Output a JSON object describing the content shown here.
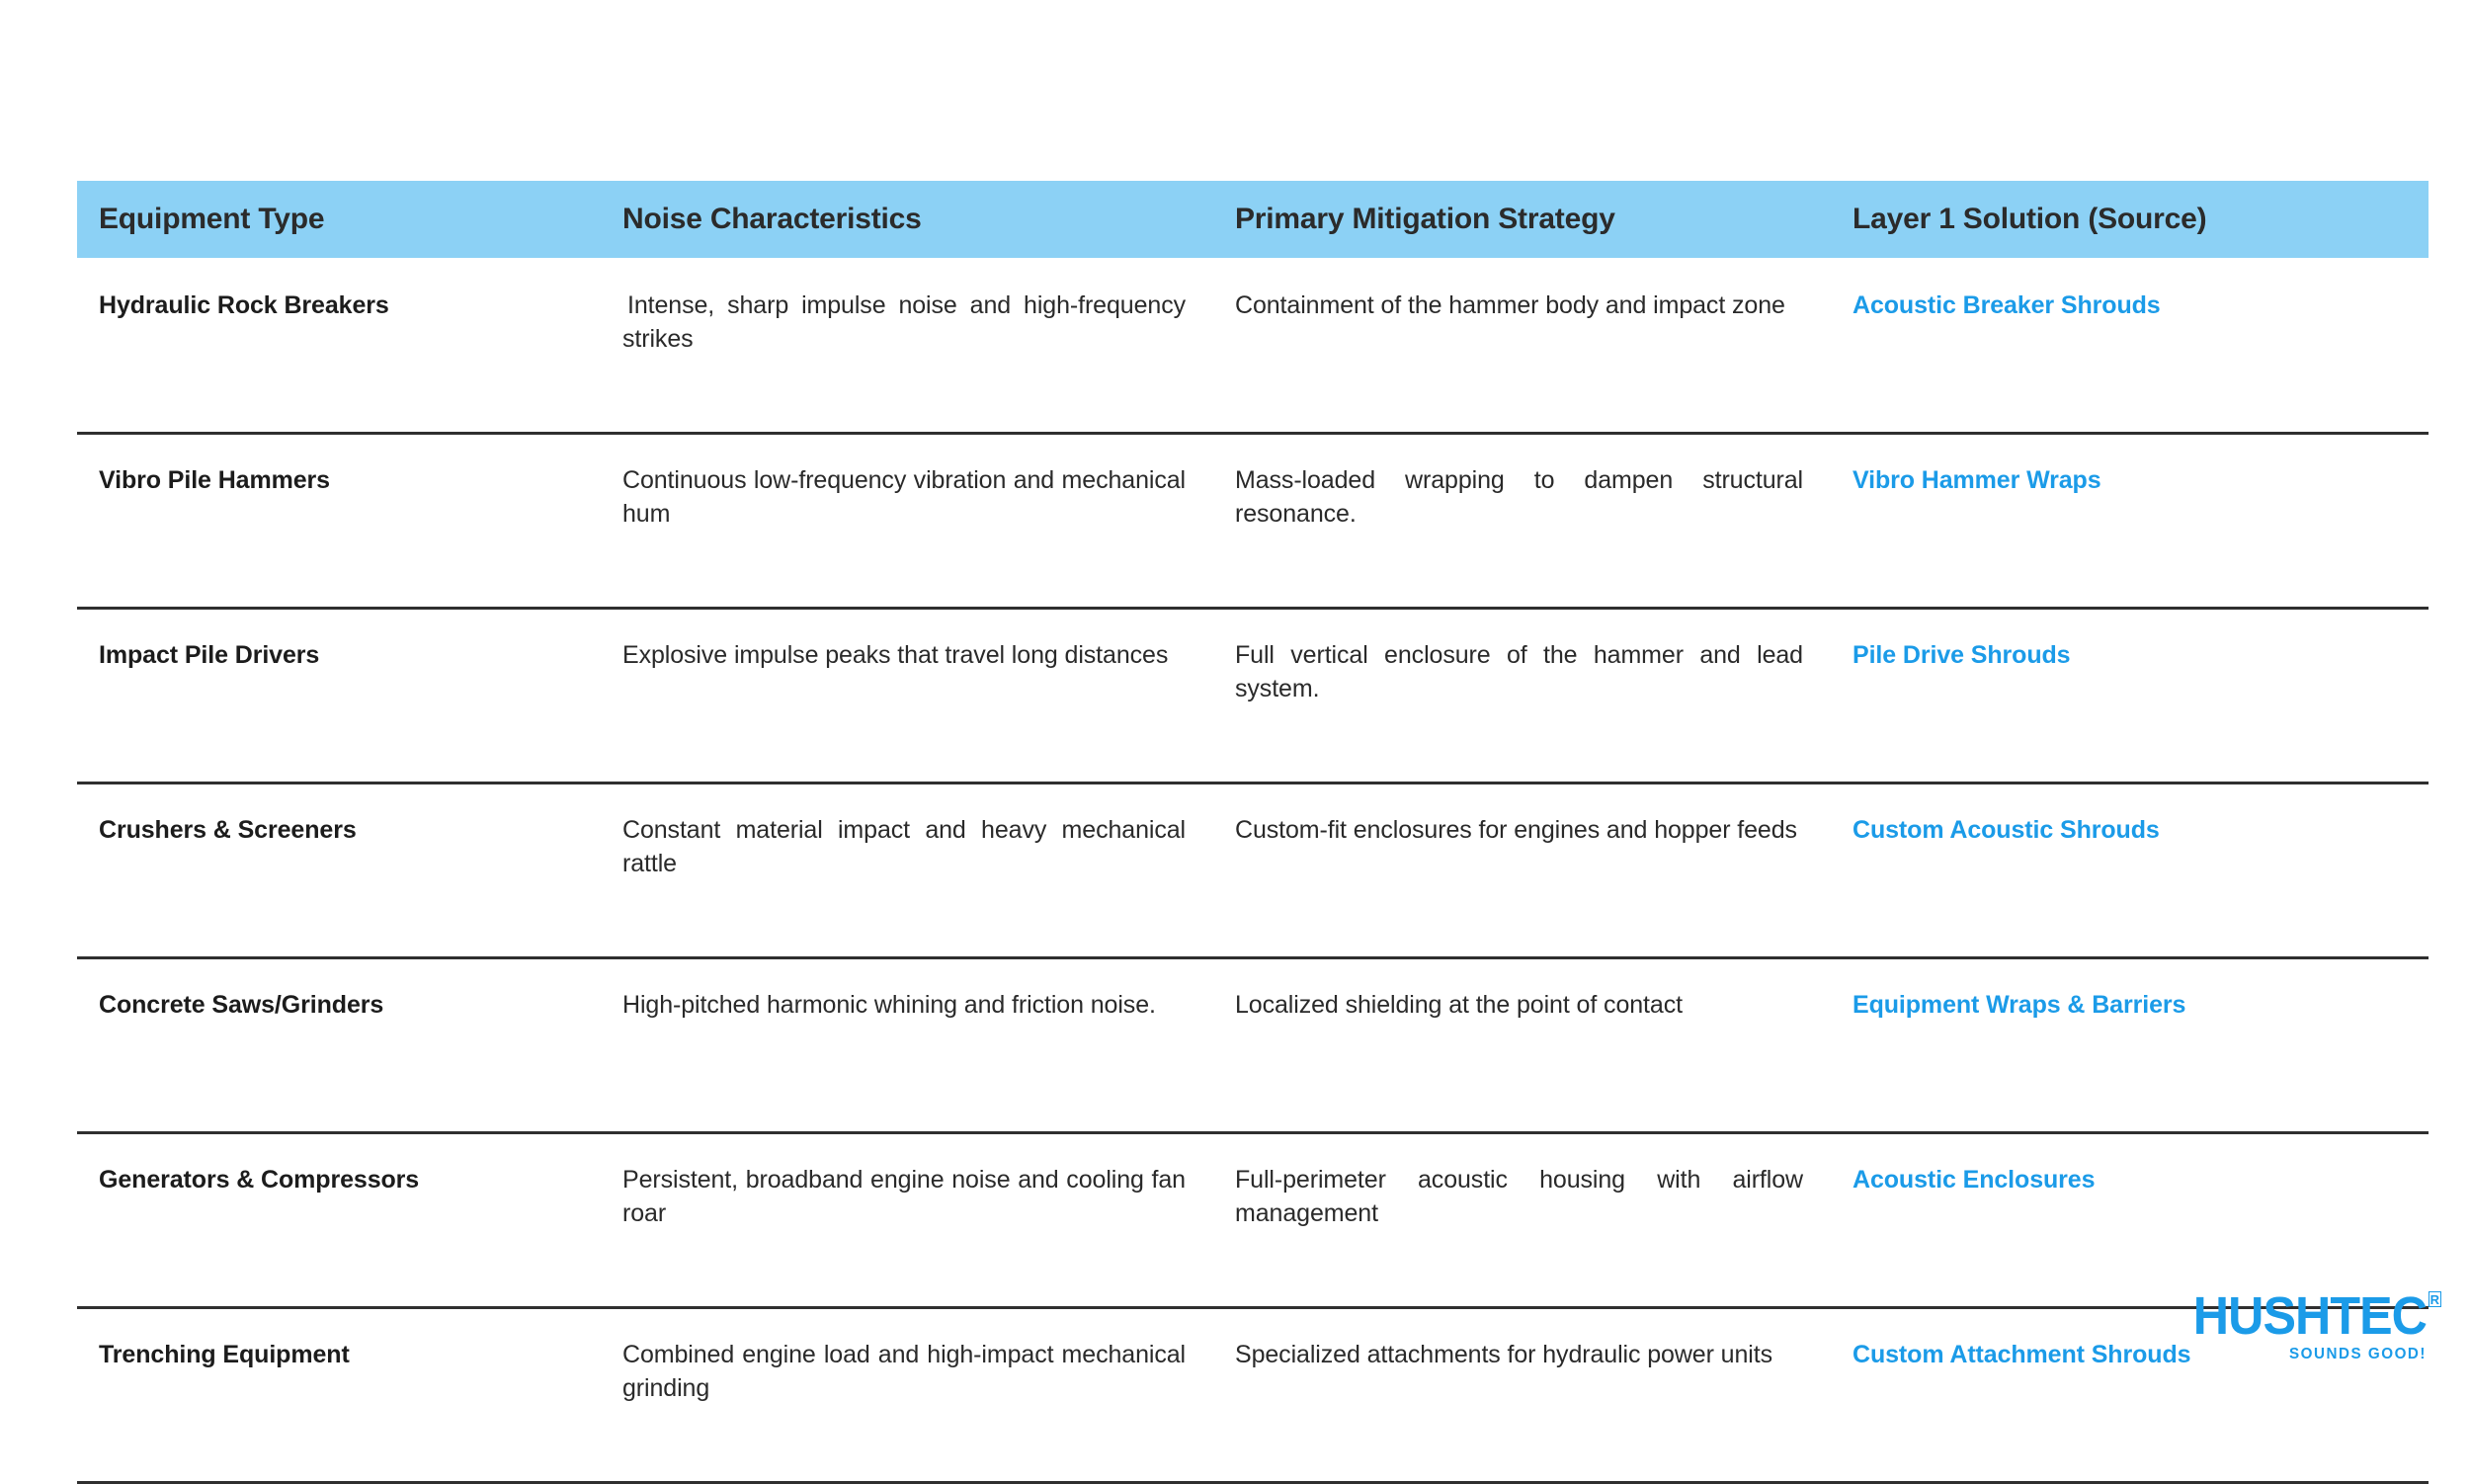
{
  "table": {
    "columns": [
      "Equipment Type",
      "Noise Characteristics",
      "Primary Mitigation Strategy",
      "Layer 1 Solution (Source)"
    ],
    "header_background": "#8CD1F5",
    "link_color": "#1B9BE8",
    "rows": [
      {
        "equipment": "Hydraulic Rock Breakers",
        "noise": " Intense, sharp impulse noise and high-frequency strikes",
        "mitigation": "Containment of the hammer body and impact zone",
        "solution": "Acoustic Breaker Shrouds"
      },
      {
        "equipment": "Vibro Pile Hammers",
        "noise": "Continuous low-frequency vibration and mechanical hum",
        "mitigation": "Mass-loaded wrapping to dampen structural resonance.",
        "solution": "Vibro Hammer Wraps"
      },
      {
        "equipment": "Impact Pile Drivers",
        "noise": "Explosive impulse peaks that travel long distances",
        "mitigation": "Full vertical enclosure of the hammer and lead system.",
        "solution": "Pile Drive Shrouds"
      },
      {
        "equipment": "Crushers & Screeners",
        "noise": "Constant material impact and heavy mechanical rattle",
        "mitigation": "Custom-fit enclosures for engines and hopper feeds",
        "solution": "Custom Acoustic Shrouds"
      },
      {
        "equipment": "Concrete Saws/Grinders",
        "noise": "High-pitched harmonic whining and friction noise.",
        "mitigation": "Localized shielding at the point of contact",
        "solution": "Equipment Wraps & Barriers"
      },
      {
        "equipment": "Generators & Compressors",
        "noise": "Persistent, broadband engine noise and cooling fan roar",
        "mitigation": "Full-perimeter acoustic housing with airflow management",
        "solution": "Acoustic Enclosures"
      },
      {
        "equipment": "Trenching Equipment",
        "noise": "Combined engine load and high-impact mechanical grinding",
        "mitigation": "Specialized attachments for hydraulic power units",
        "solution": "Custom Attachment Shrouds"
      }
    ]
  },
  "logo": {
    "wordmark": "HUSHTEC",
    "registered": "R",
    "tagline": "SOUNDS GOOD!",
    "color": "#1B9BE8"
  }
}
